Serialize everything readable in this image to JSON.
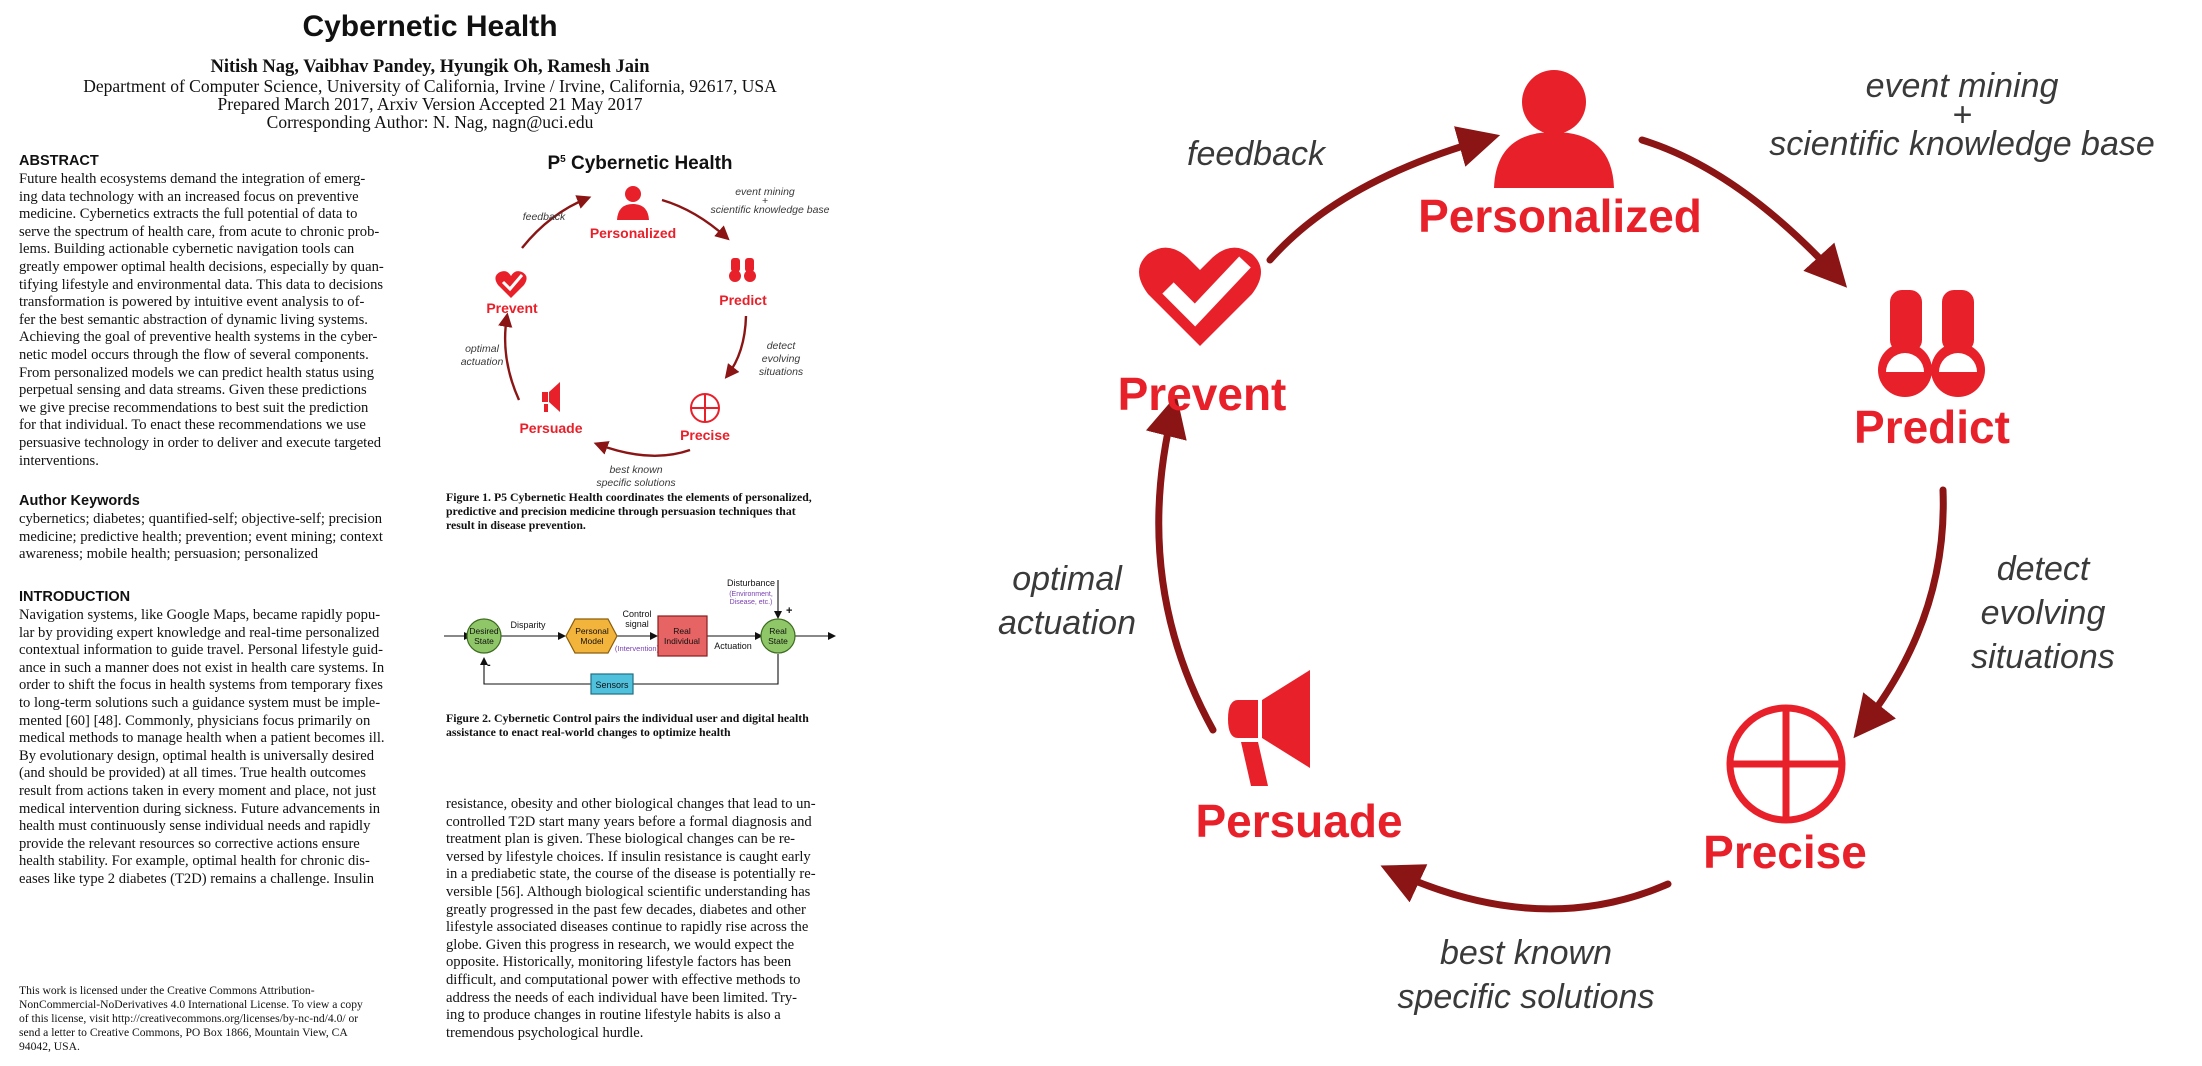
{
  "paper": {
    "title": "Cybernetic Health",
    "authors": "Nitish Nag, Vaibhav Pandey, Hyungik Oh, Ramesh Jain",
    "affiliation": [
      "Department of Computer Science, University of California, Irvine / Irvine, California, 92617, USA",
      "Prepared March 2017, Arxiv Version Accepted 21 May 2017",
      "Corresponding Author: N. Nag, nagn@uci.edu"
    ],
    "abstract_heading": "ABSTRACT",
    "abstract_lines": [
      "Future health ecosystems demand the integration of emerg-",
      "ing data technology with an increased focus on preventive",
      "medicine.  Cybernetics extracts the full potential of data to",
      "serve the spectrum of health care, from acute to chronic prob-",
      "lems.  Building actionable cybernetic navigation tools can",
      "greatly empower optimal health decisions, especially by quan-",
      "tifying lifestyle and environmental data. This data to decisions",
      "transformation is powered by intuitive event analysis to of-",
      "fer the best semantic abstraction of dynamic living systems.",
      "Achieving the goal of preventive health systems in the cyber-",
      "netic model occurs through the flow of several components.",
      "From personalized models we can predict health status using",
      "perpetual sensing and data streams.  Given these predictions",
      "we give precise recommendations to best suit the prediction",
      "for that individual.  To enact these recommendations we use",
      "persuasive technology in order to deliver and execute targeted",
      "interventions."
    ],
    "keywords_heading": "Author Keywords",
    "keywords_lines": [
      "cybernetics; diabetes; quantified-self; objective-self; precision",
      "medicine; predictive health; prevention; event mining; context",
      "awareness; mobile health; persuasion; personalized"
    ],
    "intro_heading": "INTRODUCTION",
    "intro_lines": [
      "Navigation systems, like Google Maps, became rapidly popu-",
      "lar by providing expert knowledge and real-time personalized",
      "contextual information to guide travel. Personal lifestyle guid-",
      "ance in such a manner does not exist in health care systems. In",
      "order to shift the focus in health systems from temporary fixes",
      "to long-term solutions such a guidance system must be imple-",
      "mented [60] [48]. Commonly, physicians focus primarily on",
      "medical methods to manage health when a patient becomes ill.",
      "By evolutionary design, optimal health is universally desired",
      "(and should be provided) at all times. True health outcomes",
      "result from actions taken in every moment and place, not just",
      "medical intervention during sickness. Future advancements in",
      "health must continuously sense individual needs and rapidly",
      "provide the relevant resources so corrective actions ensure",
      "health stability. For example, optimal health for chronic dis-",
      "eases like type 2 diabetes (T2D) remains a challenge.  Insulin"
    ],
    "license_lines": [
      "This  work  is  licensed  under  the  Creative  Commons  Attribution-",
      "NonCommercial-NoDerivatives 4.0 International License. To view a copy",
      "of this license, visit http://creativecommons.org/licenses/by-nc-nd/4.0/ or",
      "send a letter to Creative Commons, PO Box 1866, Mountain View, CA",
      "94042, USA."
    ],
    "fig1": {
      "title_prefix": "P",
      "title_sup": "5",
      "title_rest": " Cybernetic Health",
      "caption_lines": [
        "Figure 1. P5 Cybernetic Health coordinates the elements of personalized,",
        "predictive and precision medicine through persuasion techniques that",
        "result in disease prevention."
      ]
    },
    "fig2": {
      "desired_state": [
        "Desired",
        "State"
      ],
      "disparity": "Disparity",
      "personal_model": [
        "Personal",
        "Model"
      ],
      "control_signal": [
        "Control",
        "signal"
      ],
      "intervention": "(Intervention)",
      "real_individual": [
        "Real",
        "Individual"
      ],
      "actuation": "Actuation",
      "real_state": [
        "Real",
        "State"
      ],
      "disturbance": "Disturbance",
      "disturbance_sub": [
        "(Environment,",
        "Disease, etc.)"
      ],
      "plus": "+",
      "minus": "-",
      "sensors": "Sensors",
      "caption_lines": [
        "Figure 2. Cybernetic Control pairs the individual user and digital health",
        "assistance to enact real-world changes to optimize health"
      ]
    },
    "right_col_lines": [
      "resistance, obesity and other biological changes that lead to un-",
      "controlled T2D start many years before a formal diagnosis and",
      "treatment plan is given.  These biological changes can be re-",
      "versed by lifestyle choices. If insulin resistance is caught early",
      "in a prediabetic state, the course of the disease is potentially re-",
      "versible [56]. Although biological scientific understanding has",
      "greatly progressed in the past few decades, diabetes and other",
      "lifestyle associated diseases continue to rapidly rise across the",
      "globe.  Given this progress in research, we would expect the",
      "opposite.  Historically, monitoring lifestyle factors has been",
      "difficult, and computational power with effective methods to",
      "address the needs of each individual have been limited. Try-",
      "ing to produce changes in routine lifestyle habits is also a",
      "tremendous psychological hurdle."
    ]
  },
  "cycle": {
    "nodes": {
      "personalized": "Personalized",
      "predict": "Predict",
      "precise": "Precise",
      "persuade": "Persuade",
      "prevent": "Prevent"
    },
    "edges": {
      "feedback": "feedback",
      "event_mining_1": "event mining",
      "event_mining_plus": "+",
      "event_mining_2": "scientific knowledge base",
      "detect_1": "detect",
      "detect_2": "evolving",
      "detect_3": "situations",
      "best_1": "best known",
      "best_2": "specific solutions",
      "optimal_1": "optimal",
      "optimal_2": "actuation"
    },
    "colors": {
      "icon": "#e8202a",
      "arrow": "#8b1414",
      "text": "#3a3a3a"
    }
  }
}
